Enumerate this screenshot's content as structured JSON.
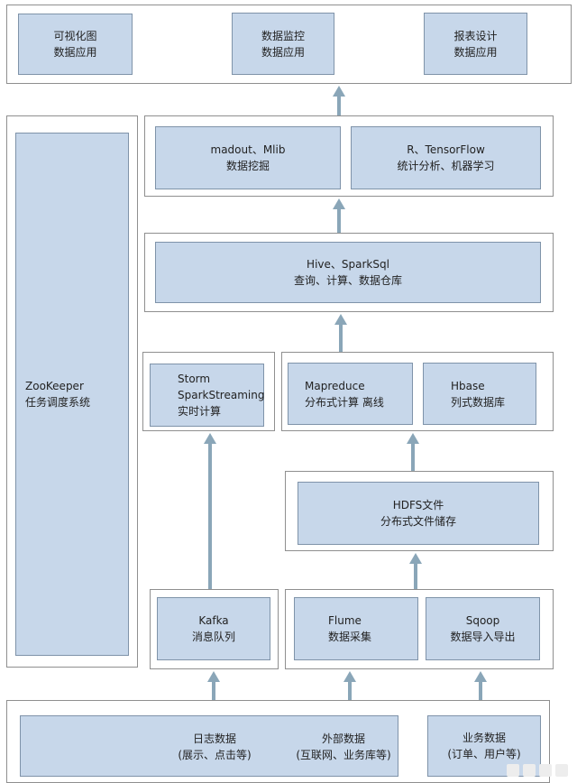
{
  "colors": {
    "box_fill": "#c7d7ea",
    "box_border": "#7f93a9",
    "frame_border": "#8f8f8f",
    "arrow": "#8aa6b8"
  },
  "layers": {
    "applications": {
      "viz": {
        "line1": "可视化图",
        "line2": "数据应用"
      },
      "monitor": {
        "line1": "数据监控",
        "line2": "数据应用"
      },
      "report": {
        "line1": "报表设计",
        "line2": "数据应用"
      }
    },
    "analysis": {
      "mahout": {
        "line1": "madout、Mlib",
        "line2": "数据挖掘"
      },
      "r_tf": {
        "line1": "R、TensorFlow",
        "line2": "统计分析、机器学习"
      }
    },
    "warehouse": {
      "hive": {
        "line1": "Hive、SparkSql",
        "line2": "查询、计算、数据仓库"
      }
    },
    "compute": {
      "storm": {
        "line1": "Storm",
        "line2": "SparkStreaming",
        "line3": "实时计算"
      },
      "mapreduce": {
        "line1": "Mapreduce",
        "line2": "分布式计算 离线"
      },
      "hbase": {
        "line1": "Hbase",
        "line2": "列式数据库"
      }
    },
    "storage": {
      "hdfs": {
        "line1": "HDFS文件",
        "line2": "分布式文件储存"
      }
    },
    "ingestion": {
      "kafka": {
        "line1": "Kafka",
        "line2": "消息队列"
      },
      "flume": {
        "line1": "Flume",
        "line2": "数据采集"
      },
      "sqoop": {
        "line1": "Sqoop",
        "line2": "数据导入导出"
      }
    },
    "sources": {
      "logs": {
        "line1": "日志数据",
        "line2": "(展示、点击等)"
      },
      "external": {
        "line1": "外部数据",
        "line2": "(互联网、业务库等)"
      },
      "business": {
        "line1": "业务数据",
        "line2": "(订单、用户等)"
      }
    }
  },
  "zookeeper": {
    "line1": "ZooKeeper",
    "line2": "任务调度系统"
  }
}
